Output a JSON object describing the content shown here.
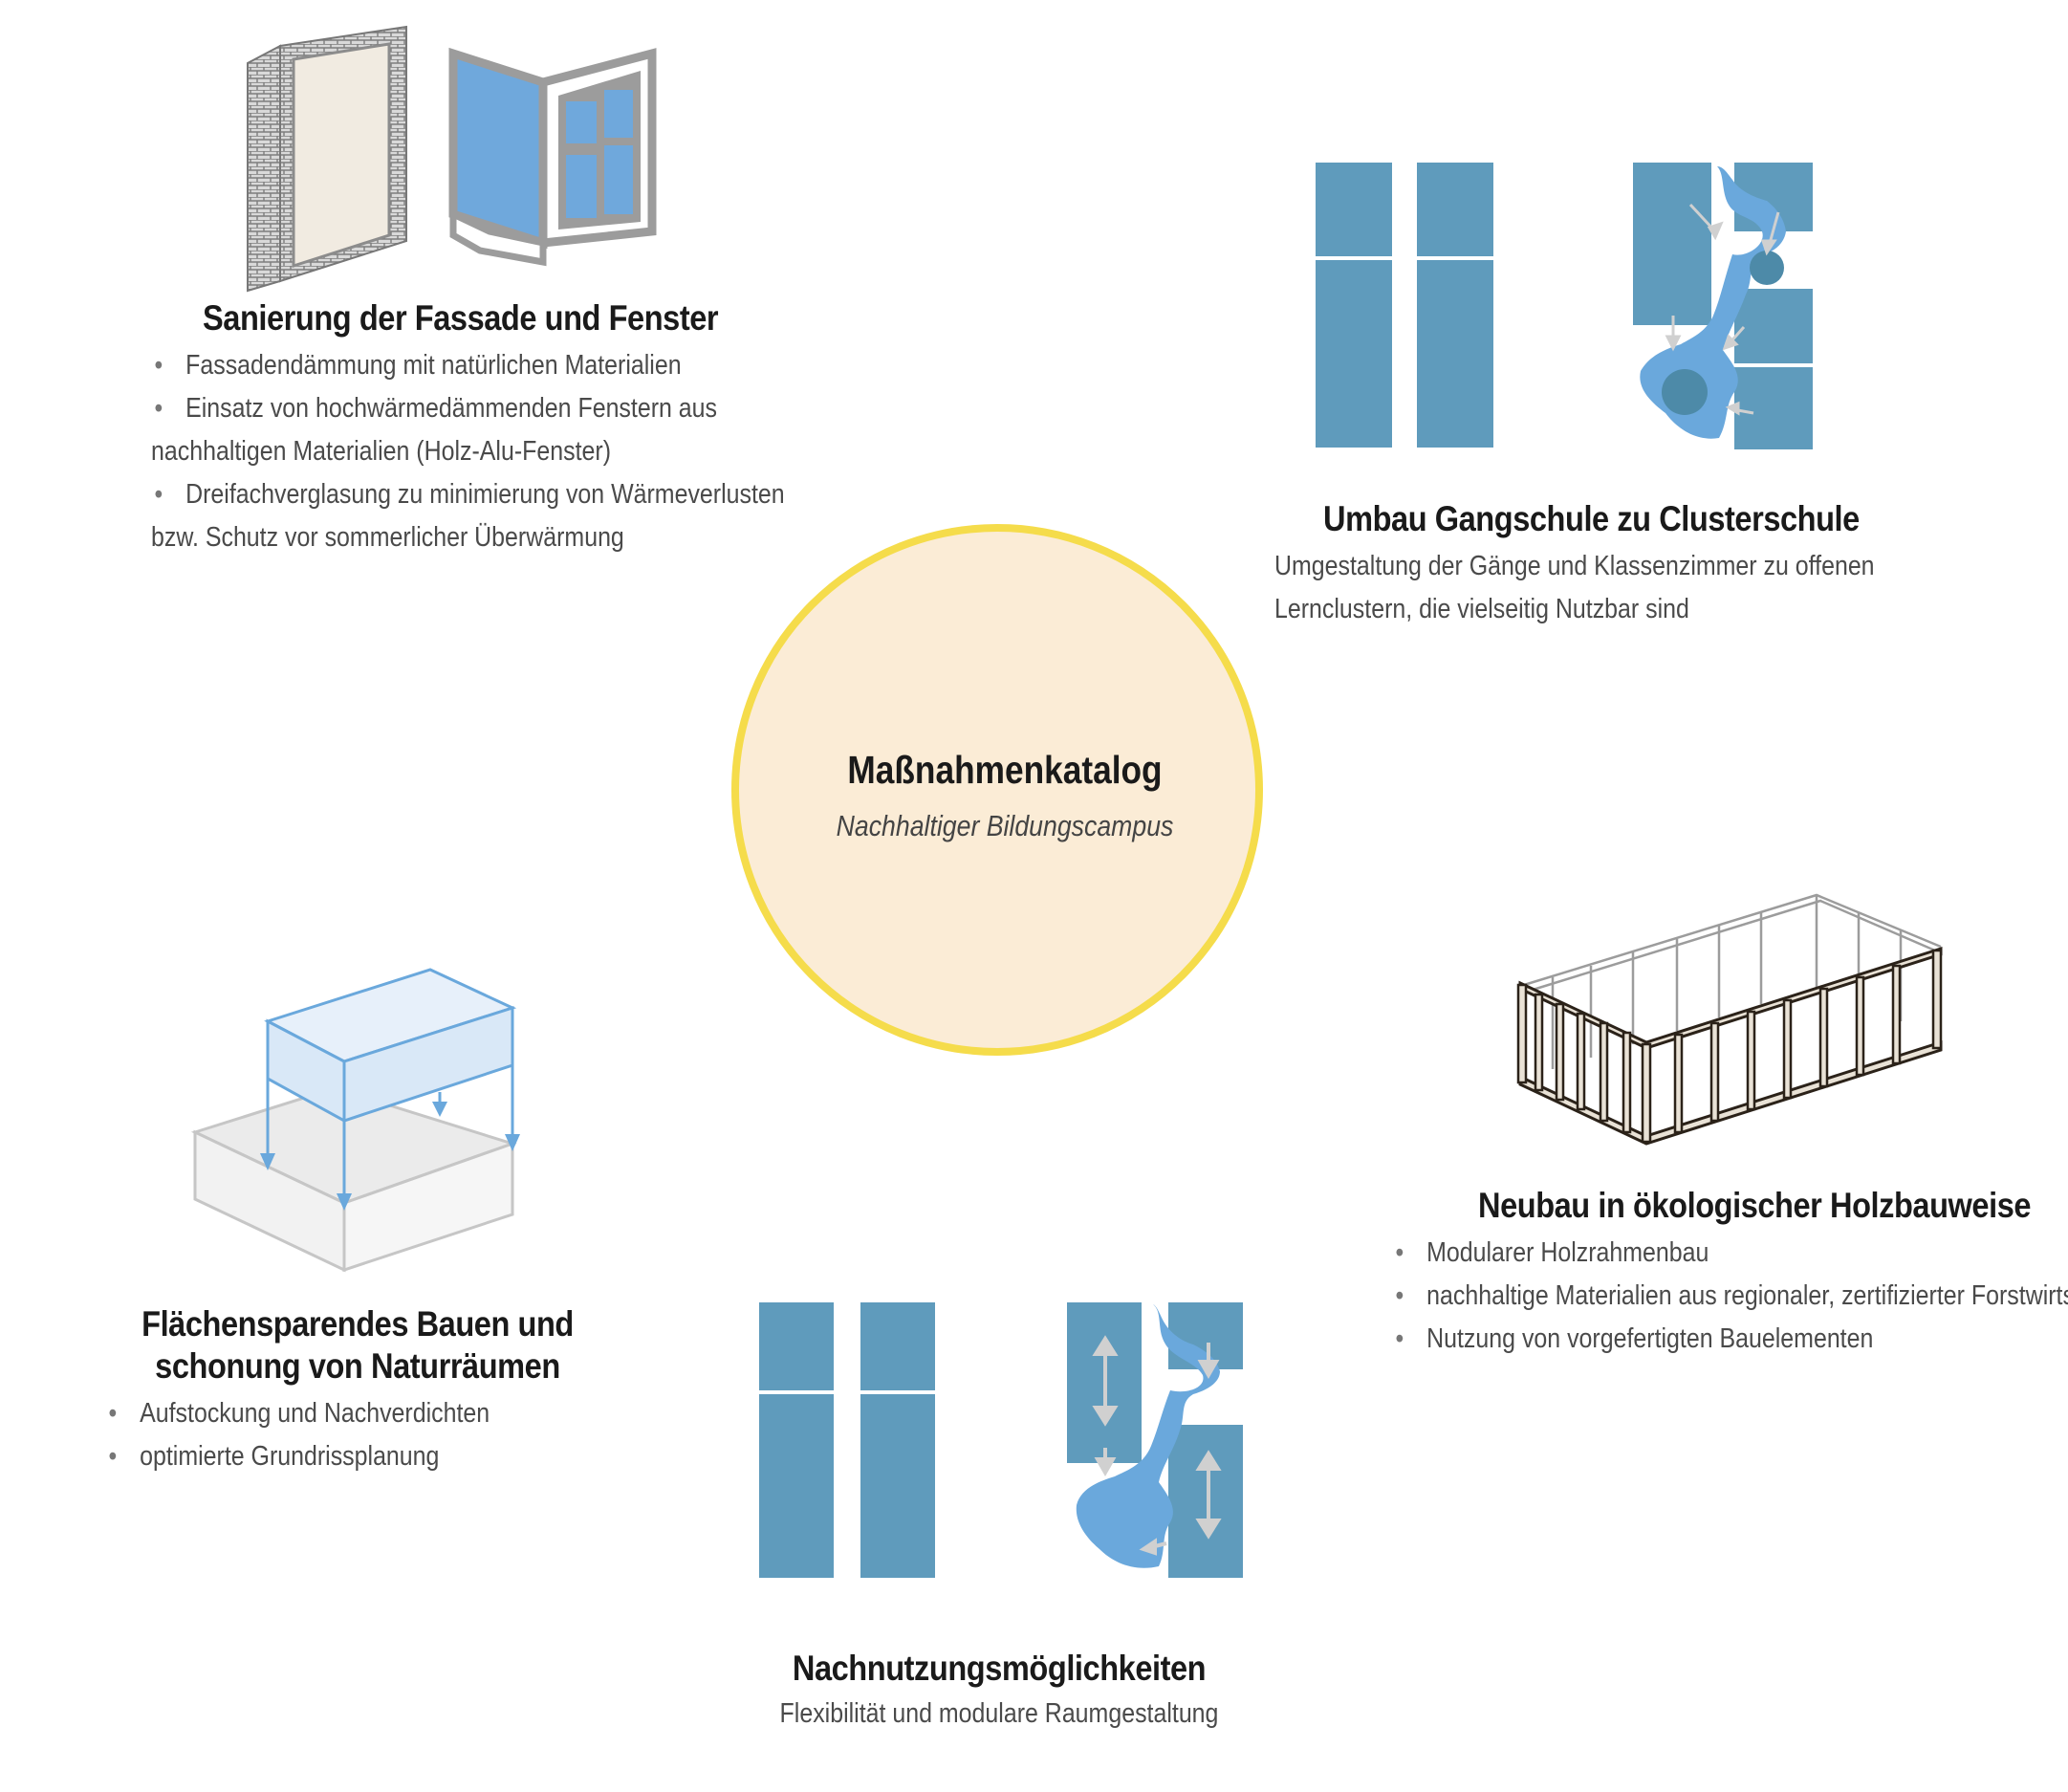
{
  "center": {
    "title": "Maßnahmenkatalog",
    "subtitle": "Nachhaltiger Bildungscampus"
  },
  "sections": {
    "facade": {
      "title": "Sanierung der Fassade und Fenster",
      "bullets": [
        "Fassadendämmung mit natürlichen Materialien",
        "Einsatz von hochwärmedämmenden Fenstern aus",
        "Dreifachverglasung zu minimierung von Wärmeverlusten"
      ],
      "continuations": [
        "nachhaltigen Materialien (Holz-Alu-Fenster)",
        "bzw. Schutz vor sommerlicher Überwärmung"
      ]
    },
    "cluster": {
      "title": "Umbau Gangschule zu Clusterschule",
      "lines": [
        "Umgestaltung der Gänge und Klassenzimmer zu offenen",
        "Lernclustern, die vielseitig Nutzbar sind"
      ]
    },
    "timber": {
      "title": "Neubau in ökologischer Holzbauweise",
      "bullets": [
        "Modularer Holzrahmenbau",
        "nachhaltige Materialien aus regionaler, zertifizierter  Forstwirtschaft",
        "Nutzung von vorgefertigten Bauelementen"
      ]
    },
    "space": {
      "title_line1": "Flächensparendes Bauen und",
      "title_line2": "schonung von Naturräumen",
      "bullets": [
        "Aufstockung und Nachverdichten",
        "optimierte Grundrissplanung"
      ]
    },
    "reuse": {
      "title": "Nachnutzungsmöglichkeiten",
      "subtitle": "Flexibilität und modulare Raumgestaltung"
    }
  },
  "colors": {
    "hub_fill": "#fbecd6",
    "hub_ring": "#f5dc4b",
    "room_blue": "#5f9bbc",
    "cluster_light_blue": "#6aa8dc",
    "window_blue": "#6fa8dc",
    "insulation": "#f1ebe1"
  },
  "icons": [
    "facade-insulation-icon",
    "window-icon",
    "corridor-school-icon",
    "cluster-school-icon",
    "timber-frame-icon",
    "stacking-building-icon",
    "reuse-rooms-icon",
    "reuse-cluster-icon"
  ]
}
